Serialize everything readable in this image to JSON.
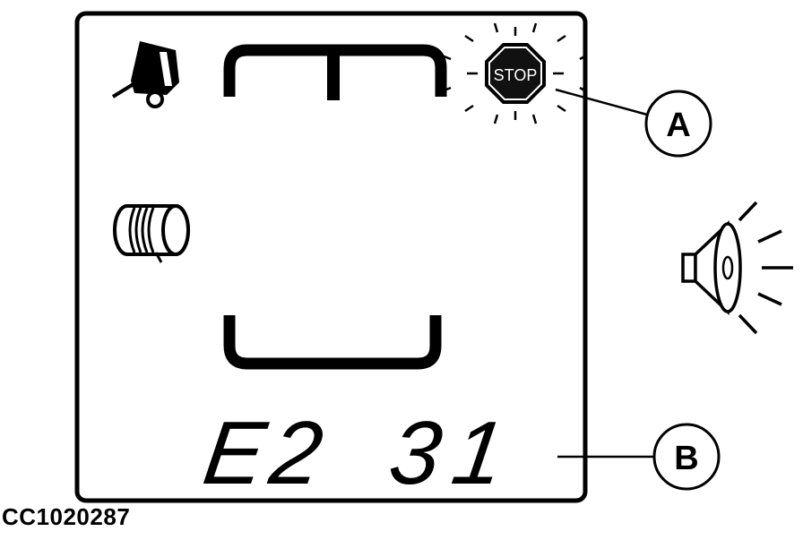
{
  "display": {
    "stop_label": "STOP",
    "error_code": {
      "prefix": [
        "E",
        "2"
      ],
      "number": [
        "3",
        "1"
      ]
    }
  },
  "callouts": {
    "a": "A",
    "b": "B"
  },
  "figure_id": "CC1020287",
  "colors": {
    "ink": "#000000",
    "paper": "#ffffff",
    "stop_fill": "#111111"
  }
}
